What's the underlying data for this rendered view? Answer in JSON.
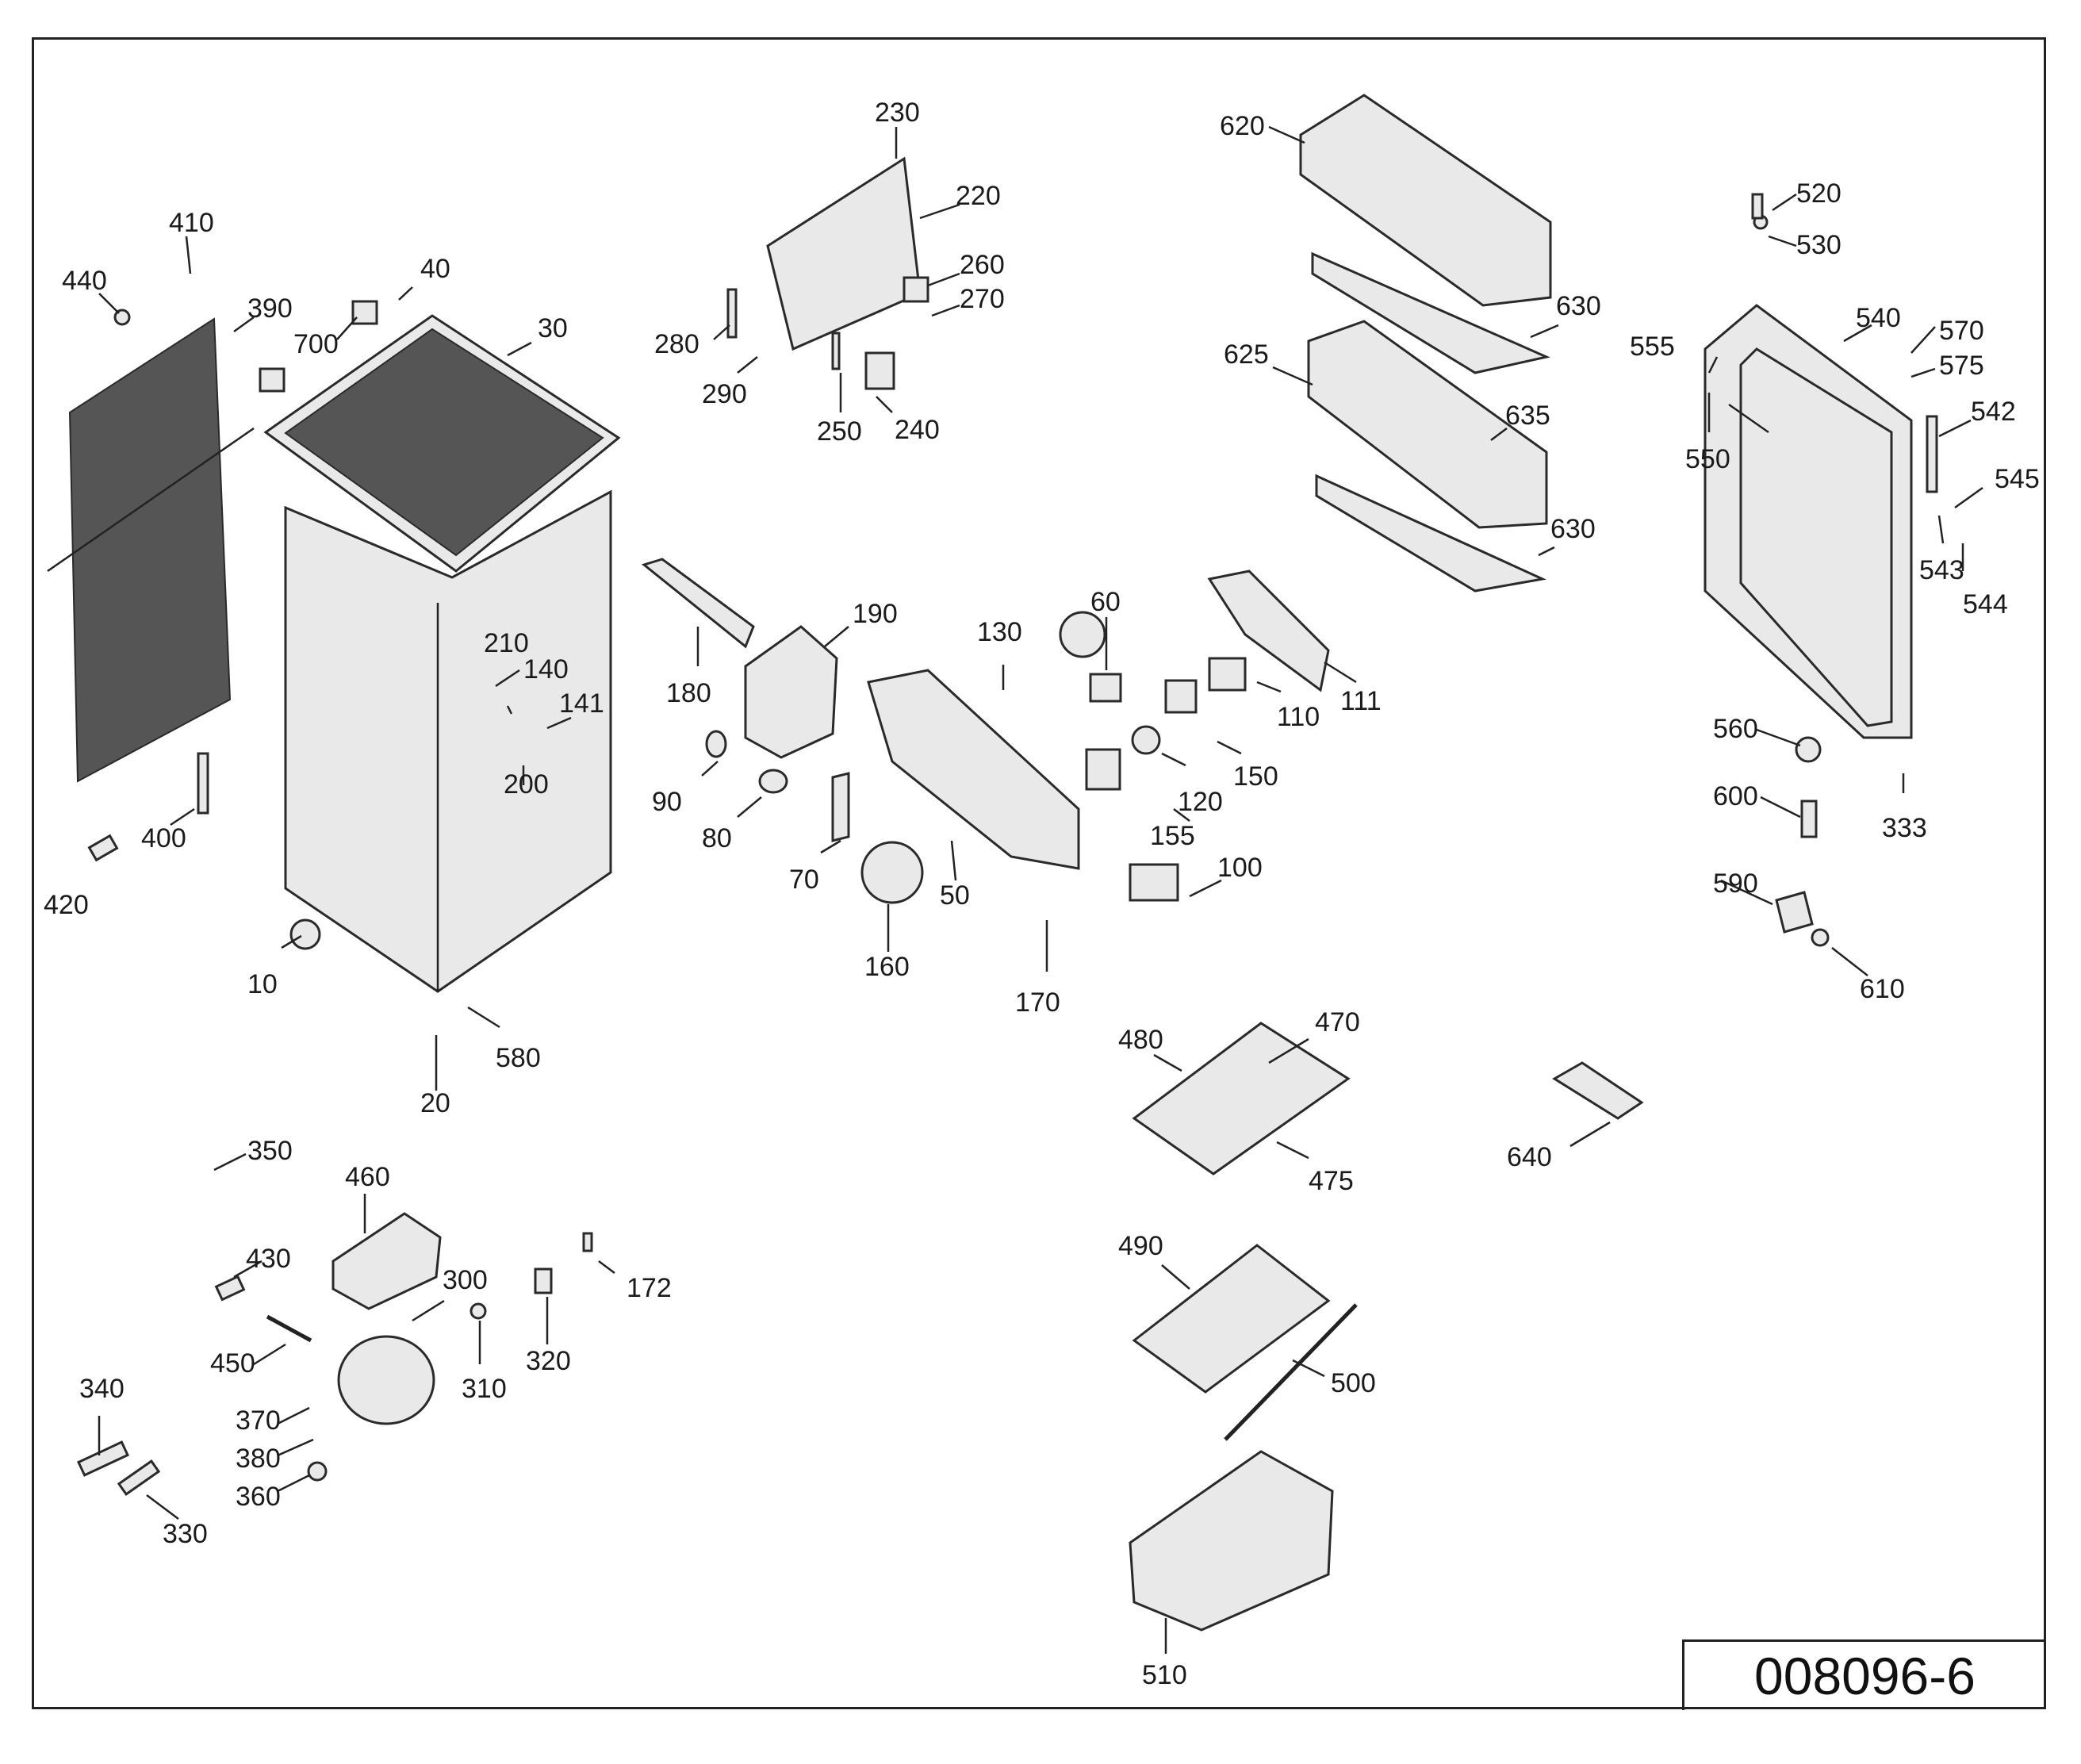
{
  "drawing_number": "008096-6",
  "callouts": [
    "10",
    "20",
    "30",
    "40",
    "50",
    "60",
    "70",
    "80",
    "90",
    "100",
    "110",
    "111",
    "120",
    "130",
    "140",
    "141",
    "150",
    "155",
    "160",
    "170",
    "172",
    "180",
    "190",
    "200",
    "210",
    "220",
    "230",
    "240",
    "250",
    "260",
    "270",
    "280",
    "290",
    "300",
    "310",
    "320",
    "330",
    "333",
    "340",
    "350",
    "360",
    "370",
    "380",
    "390",
    "400",
    "410",
    "420",
    "430",
    "440",
    "450",
    "460",
    "470",
    "475",
    "480",
    "490",
    "500",
    "510",
    "520",
    "530",
    "540",
    "542",
    "543",
    "544",
    "545",
    "550",
    "555",
    "560",
    "570",
    "575",
    "580",
    "590",
    "600",
    "610",
    "620",
    "625",
    "630",
    "630",
    "635",
    "640",
    "700"
  ]
}
